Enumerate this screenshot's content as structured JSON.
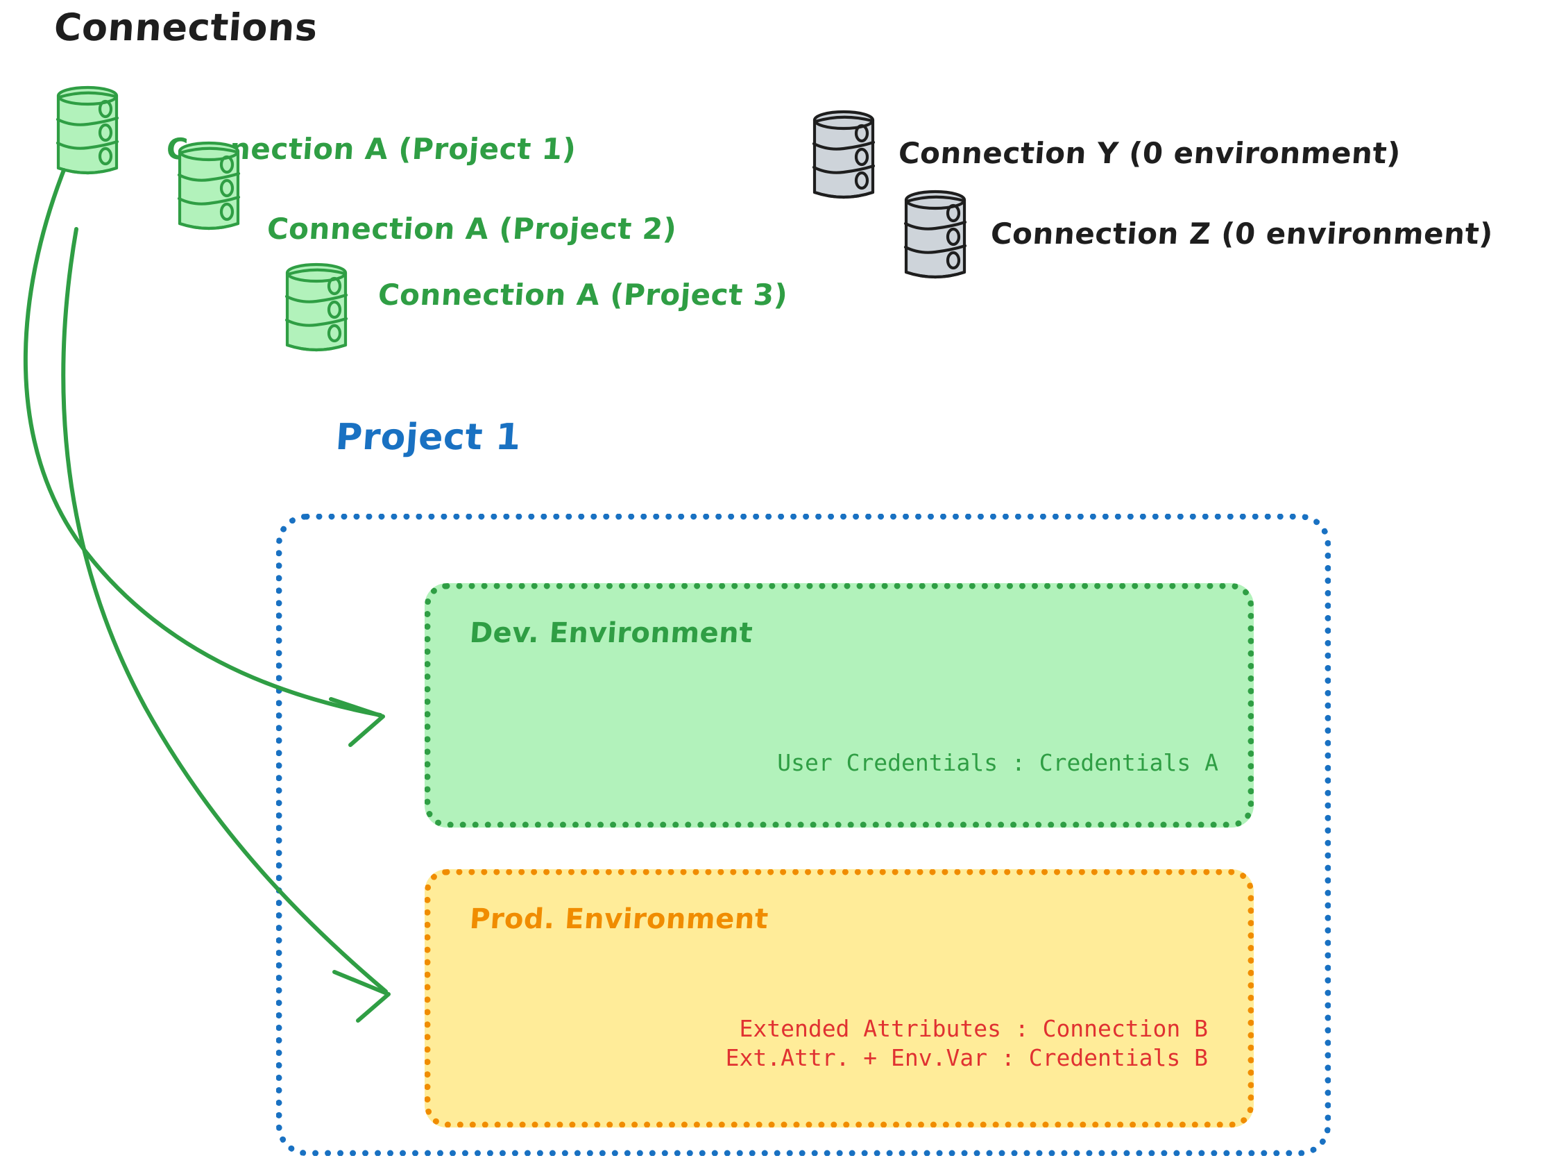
{
  "title": "Connections",
  "colors": {
    "green_stroke": "#2f9e44",
    "green_fill": "#b2f2bb",
    "gray_stroke": "#1e1e1e",
    "gray_fill": "#ced4da",
    "blue": "#1971c2",
    "orange": "#f08c00",
    "yellow_fill": "#ffec99",
    "red": "#e03131",
    "black": "#1e1e1e"
  },
  "connections": {
    "green": [
      {
        "label": "Connection A (Project 1)",
        "icon": "database-icon"
      },
      {
        "label": "Connection A (Project 2)",
        "icon": "database-icon"
      },
      {
        "label": "Connection A (Project 3)",
        "icon": "database-icon"
      }
    ],
    "gray": [
      {
        "label": "Connection Y (0 environment)",
        "icon": "database-icon"
      },
      {
        "label": "Connection Z (0 environment)",
        "icon": "database-icon"
      }
    ]
  },
  "project": {
    "title": "Project 1",
    "environments": [
      {
        "name": "Dev. Environment",
        "lines": [
          "User Credentials : Credentials A"
        ]
      },
      {
        "name": "Prod. Environment",
        "lines": [
          "Extended Attributes : Connection B",
          "Ext.Attr. + Env.Var : Credentials B"
        ]
      }
    ]
  }
}
